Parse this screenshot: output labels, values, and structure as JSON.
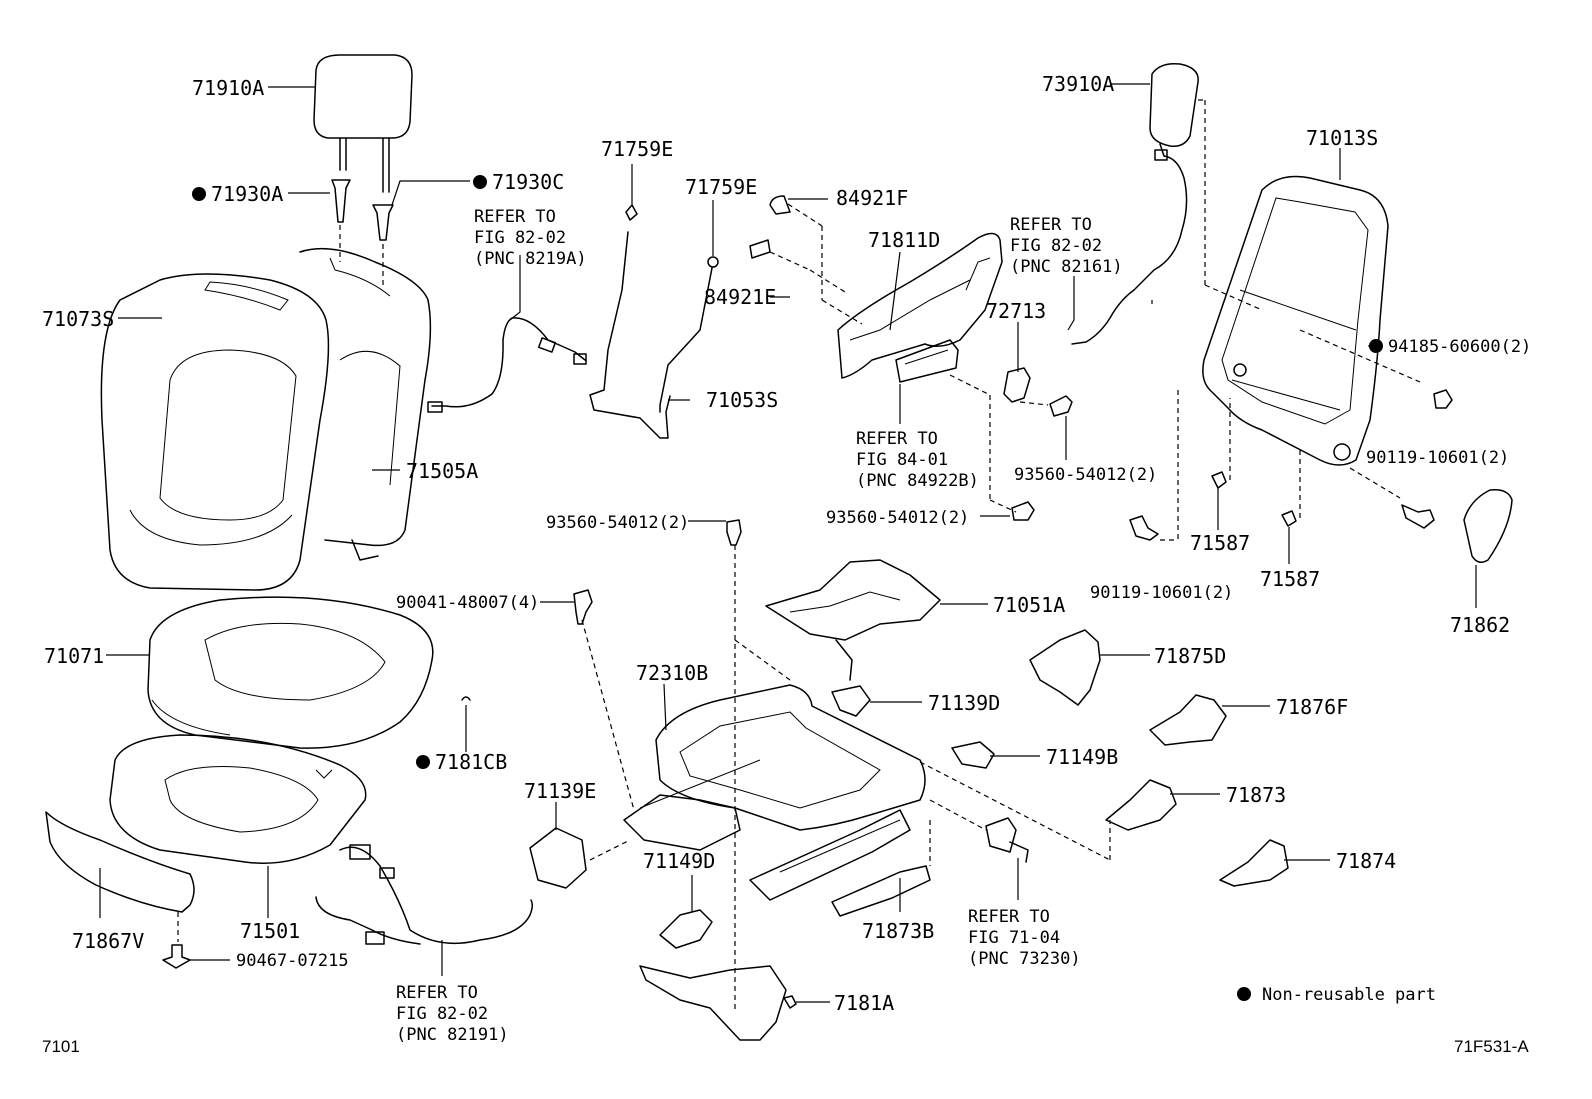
{
  "parts": {
    "p71910A": "71910A",
    "p71930A": "71930A",
    "p71930C": "71930C",
    "p71073S": "71073S",
    "p71505A": "71505A",
    "p71071": "71071",
    "p71181CB": "7181CB",
    "p71501": "71501",
    "p71867V": "71867V",
    "p90467": "90467-07215",
    "p71759E_a": "71759E",
    "p71759E_b": "71759E",
    "p84921F": "84921F",
    "p84921E": "84921E",
    "p71053S": "71053S",
    "p71811D": "71811D",
    "p72713": "72713",
    "p93560_a": "93560-54012(2)",
    "p93560_b": "93560-54012(2)",
    "p93560_c": "93560-54012(2)",
    "p73910A": "73910A",
    "p71013S": "71013S",
    "p94185": "94185-60600(2)",
    "p90119_a": "90119-10601(2)",
    "p90119_b": "90119-10601(2)",
    "p71587_a": "71587",
    "p71587_b": "71587",
    "p71862": "71862",
    "p90041": "90041-48007(4)",
    "p72310B": "72310B",
    "p71051A": "71051A",
    "p71875D": "71875D",
    "p71139D": "71139D",
    "p71876F": "71876F",
    "p71149B": "71149B",
    "p71873": "71873",
    "p71139E": "71139E",
    "p71149D": "71149D",
    "p71874": "71874",
    "p71873B": "71873B",
    "p7181A": "7181A"
  },
  "refs": {
    "r1": [
      "REFER TO",
      "FIG 82-02",
      "(PNC 8219A)"
    ],
    "r2": [
      "REFER TO",
      "FIG 82-02",
      "(PNC 82161)"
    ],
    "r3": [
      "REFER TO",
      "FIG 84-01",
      "(PNC 84922B)"
    ],
    "r4": [
      "REFER TO",
      "FIG 82-02",
      "(PNC 82191)"
    ],
    "r5": [
      "REFER TO",
      "FIG 71-04",
      "(PNC 73230)"
    ]
  },
  "legend": {
    "text": "Non-reusable part"
  },
  "footer": {
    "left": "7101",
    "right": "71F531-A"
  }
}
